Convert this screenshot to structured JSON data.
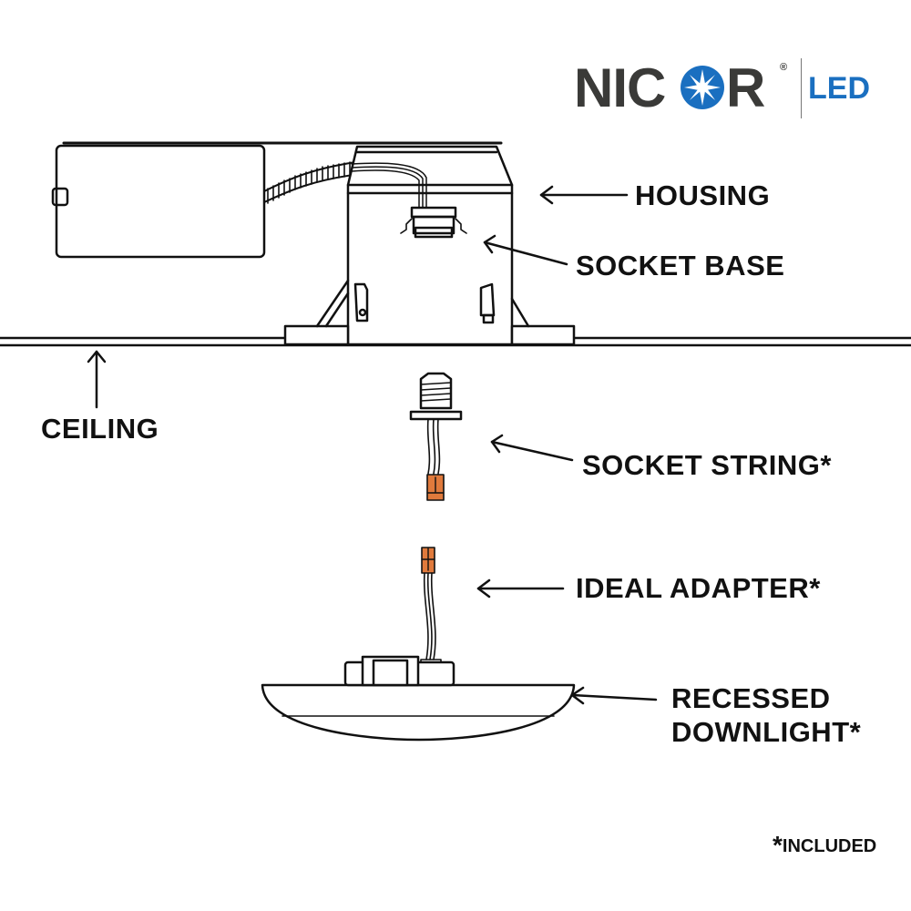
{
  "logo": {
    "brand": "NICOR",
    "brand_prefix": "NIC",
    "brand_suffix": "R",
    "registered": "®",
    "product": "LED",
    "brand_color": "#3a3a38",
    "accent_color": "#1a6fc0",
    "star_icon": "starburst-o-icon"
  },
  "labels": {
    "housing": "HOUSING",
    "socket_base": "SOCKET BASE",
    "ceiling": "CEILING",
    "socket_string": "SOCKET STRING*",
    "ideal_adapter": "IDEAL ADAPTER*",
    "recessed_downlight_line1": "RECESSED",
    "recessed_downlight_line2": "DOWNLIGHT*"
  },
  "footnote": {
    "asterisk": "*",
    "text": "INCLUDED"
  },
  "colors": {
    "line": "#111111",
    "connector": "#e07a3c"
  }
}
